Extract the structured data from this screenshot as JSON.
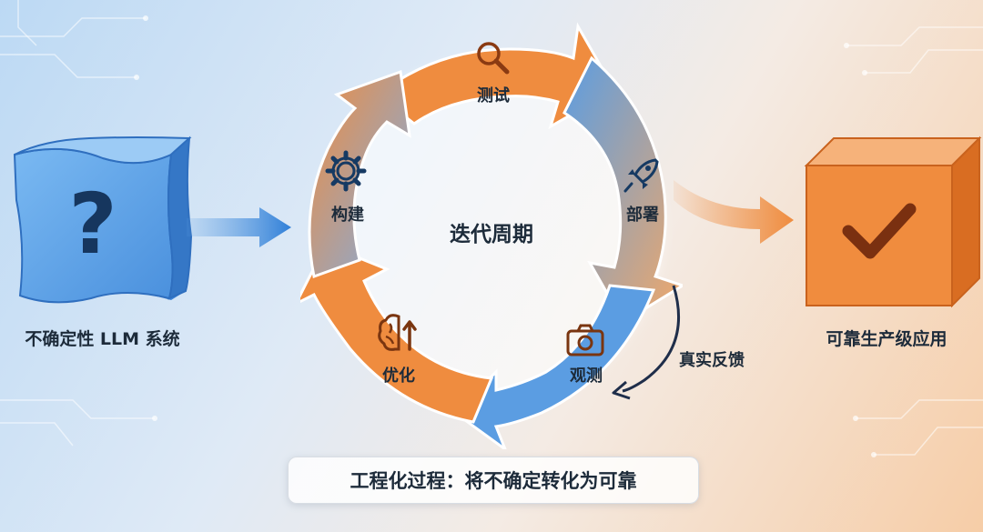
{
  "left": {
    "label": "不确定性 LLM 系统",
    "icon": "question-mark-icon"
  },
  "right": {
    "label": "可靠生产级应用",
    "icon": "checkmark-icon"
  },
  "cycle": {
    "center_label": "迭代周期",
    "steps": [
      {
        "label": "测试",
        "icon": "magnifier-icon"
      },
      {
        "label": "部署",
        "icon": "rocket-icon"
      },
      {
        "label": "观测",
        "icon": "camera-icon"
      },
      {
        "label": "优化",
        "icon": "brain-icon"
      },
      {
        "label": "构建",
        "icon": "gear-icon"
      }
    ],
    "feedback_label": "真实反馈"
  },
  "bottom": {
    "text": "工程化过程：将不确定转化为可靠"
  },
  "colors": {
    "blue": "#5b9de2",
    "orange": "#ef8c3f",
    "dark_text": "#1d2b3a",
    "feedback_arrow": "#1f2e4a"
  }
}
